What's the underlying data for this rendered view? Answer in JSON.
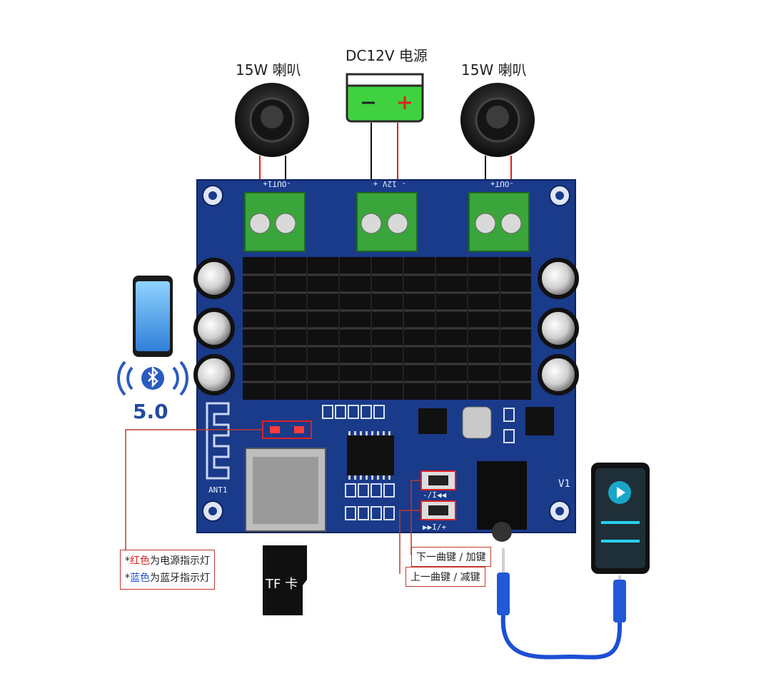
{
  "speaker_left": {
    "label": "15W 喇叭"
  },
  "speaker_right": {
    "label": "15W 喇叭"
  },
  "power": {
    "label": "DC12V 电源",
    "minus": "−",
    "plus": "+"
  },
  "terminals": {
    "out_left": "-OUT1+",
    "power_in": "- 12V +",
    "out_right": "-OUT+"
  },
  "bluetooth": {
    "version": "5.0"
  },
  "board": {
    "v1": "V1",
    "ant": "ANT1",
    "btn_next": "-/I◀◀",
    "btn_prev": "▶▶I/+"
  },
  "tf_card": {
    "label": "TF 卡"
  },
  "notes": {
    "red_prefix": "*",
    "red_word": "红色",
    "red_rest": "为电源指示灯",
    "blue_prefix": "*",
    "blue_word": "蓝色",
    "blue_rest": "为蓝牙指示灯"
  },
  "buttons_legend": {
    "next": "下一曲键 / 加键",
    "prev": "上一曲键 / 减键"
  },
  "colors": {
    "pcb": "#1a3a8a",
    "terminal": "#3aa53a",
    "battery": "#3fd13f",
    "callout": "#c0392b",
    "cable": "#1c4fd6"
  }
}
